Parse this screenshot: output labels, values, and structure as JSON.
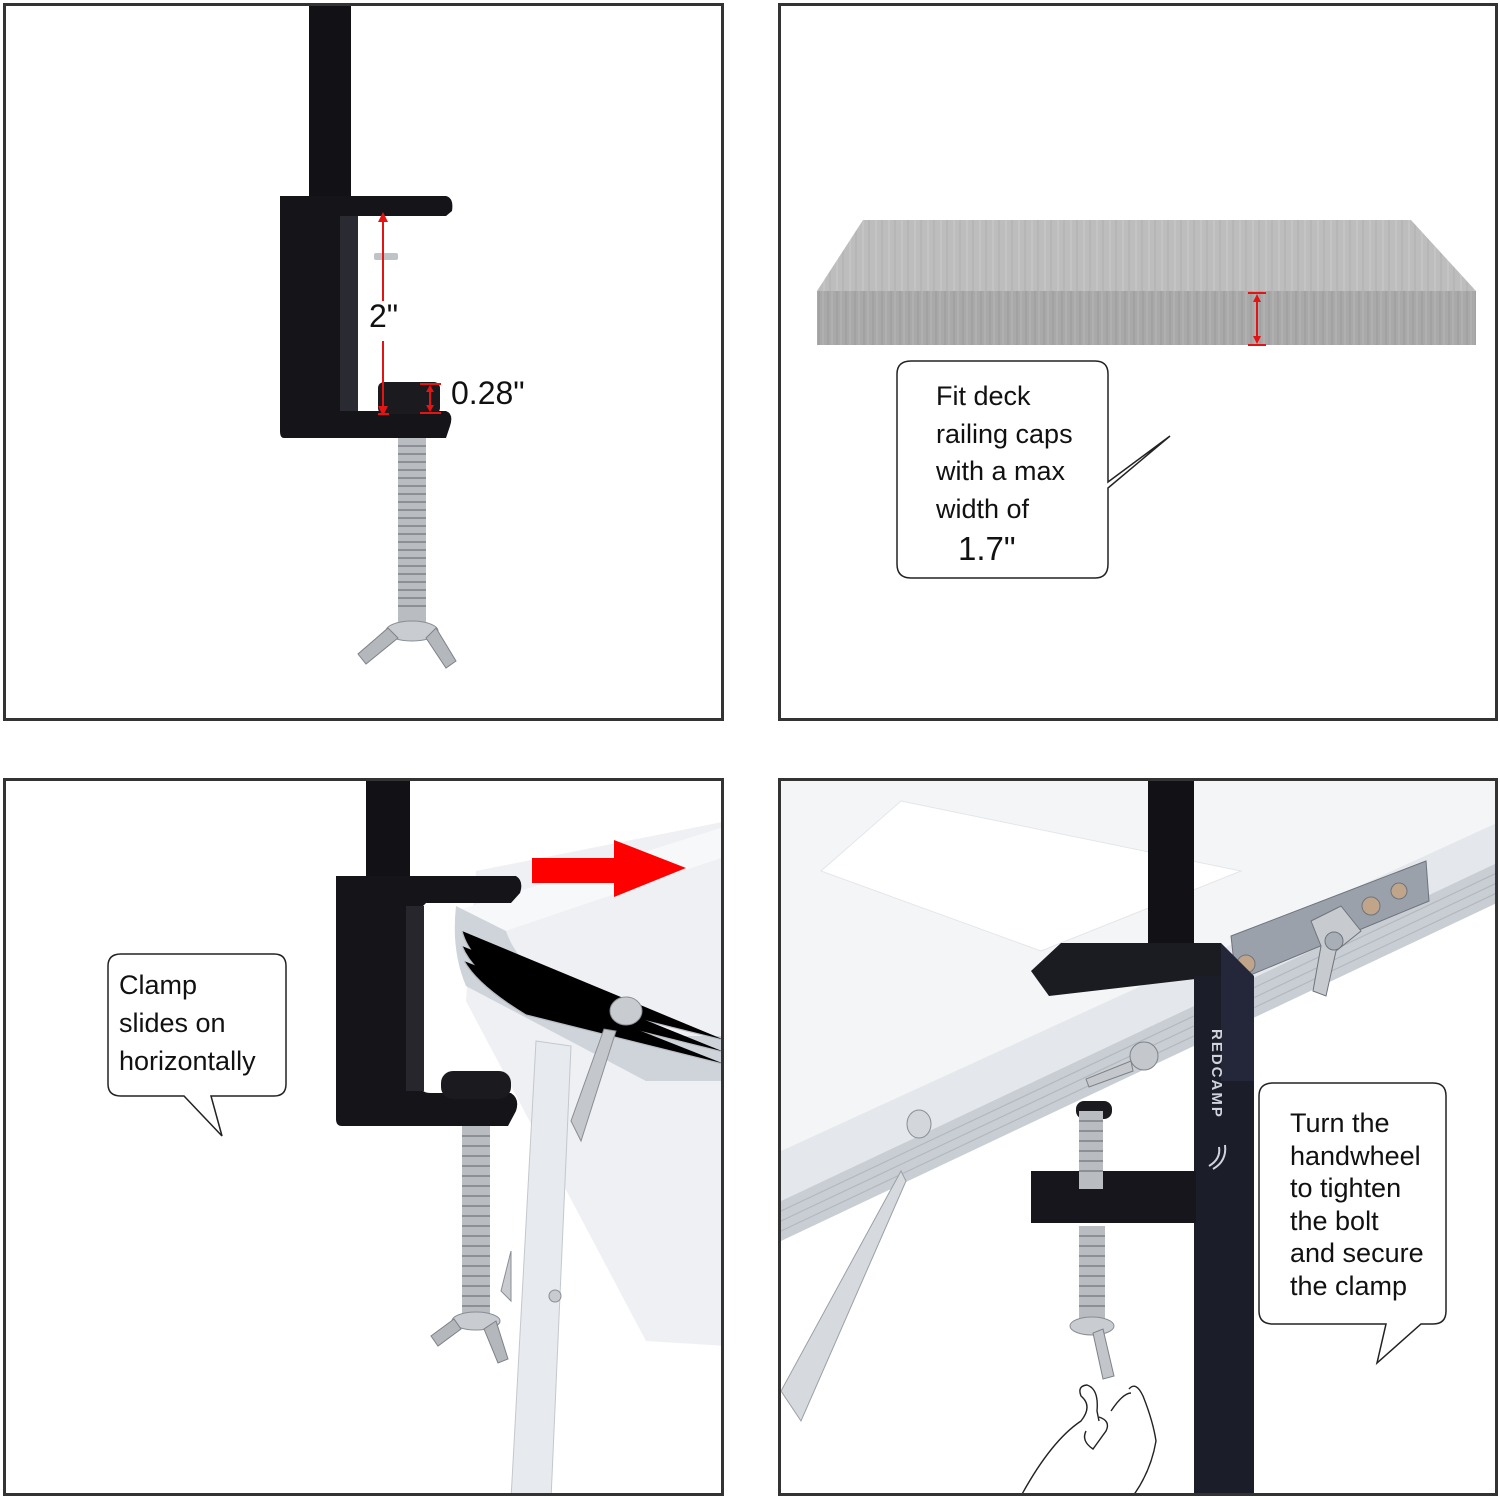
{
  "colors": {
    "border": "#333333",
    "clamp_black": "#131318",
    "dimension_red": "#e31414",
    "arrow_red": "#ff0000",
    "wood_gray": "#a8a8a8",
    "aluminum": "#d9dde2"
  },
  "panels": [
    {
      "id": "clamp-dimensions",
      "labels": {
        "opening_height": "2\"",
        "pad_thickness": "0.28\""
      },
      "icons": [
        "c-clamp-icon",
        "pole-icon",
        "threaded-bolt-icon",
        "wing-nut-icon",
        "dimension-arrow-icon"
      ]
    },
    {
      "id": "railing-cap-fit",
      "callout": {
        "lines": [
          "Fit deck",
          "railing caps",
          "with a max",
          "width of"
        ],
        "value": "1.7\""
      },
      "icons": [
        "wood-board-icon",
        "dimension-arrow-icon"
      ]
    },
    {
      "id": "horizontal-slide",
      "callout": {
        "lines": [
          "Clamp",
          "slides on",
          "horizontally"
        ]
      },
      "icons": [
        "c-clamp-icon",
        "table-corner-icon",
        "red-arrow-right-icon"
      ]
    },
    {
      "id": "tighten-handwheel",
      "brand": "REDCAMP",
      "callout": {
        "lines": [
          "Turn the",
          "handwheel",
          "to tighten",
          "the bolt",
          "and secure",
          "the clamp"
        ]
      },
      "icons": [
        "c-clamp-icon",
        "table-edge-icon",
        "wing-nut-icon",
        "hand-icon",
        "brand-logo-icon"
      ]
    }
  ]
}
